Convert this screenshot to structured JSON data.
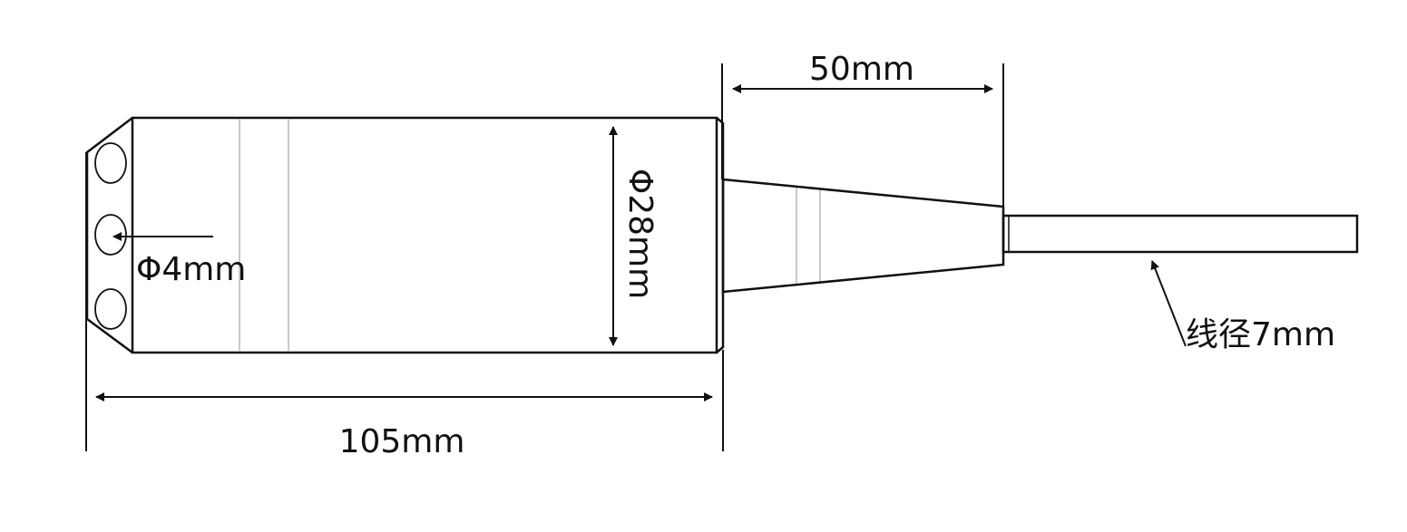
{
  "dimensions": {
    "top_length": "50mm",
    "body_diameter": "Φ28mm",
    "hole_diameter": "Φ4mm",
    "cable_diameter": "线径7mm",
    "body_length": "105mm"
  },
  "colors": {
    "line": "#111111",
    "thin_line": "#b5b5b5",
    "background": "#ffffff"
  }
}
